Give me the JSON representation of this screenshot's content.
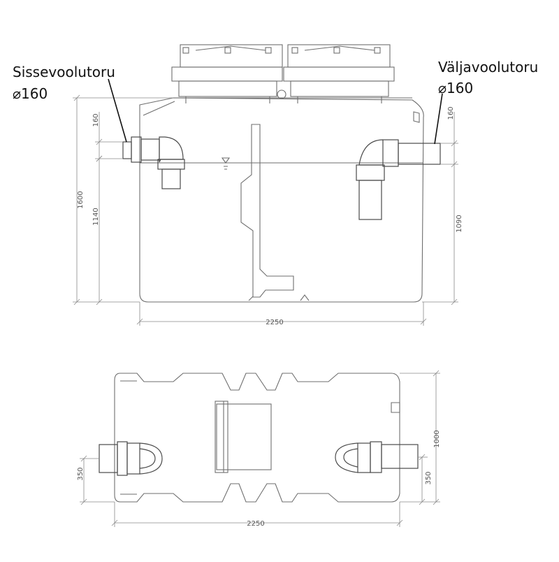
{
  "labels": {
    "inlet_name": "Sissevoolutoru",
    "inlet_diameter": "⌀160",
    "outlet_name": "Väljavoolutoru",
    "outlet_diameter": "⌀160"
  },
  "dimensions": {
    "side_total_height": "1600",
    "side_inlet_pipe": "160",
    "side_inlet_height": "1140",
    "side_outlet_pipe": "160",
    "side_outlet_height": "1090",
    "side_length": "2250",
    "top_width": "1000",
    "top_inlet_offset": "350",
    "top_outlet_offset": "350",
    "top_length": "2250"
  }
}
